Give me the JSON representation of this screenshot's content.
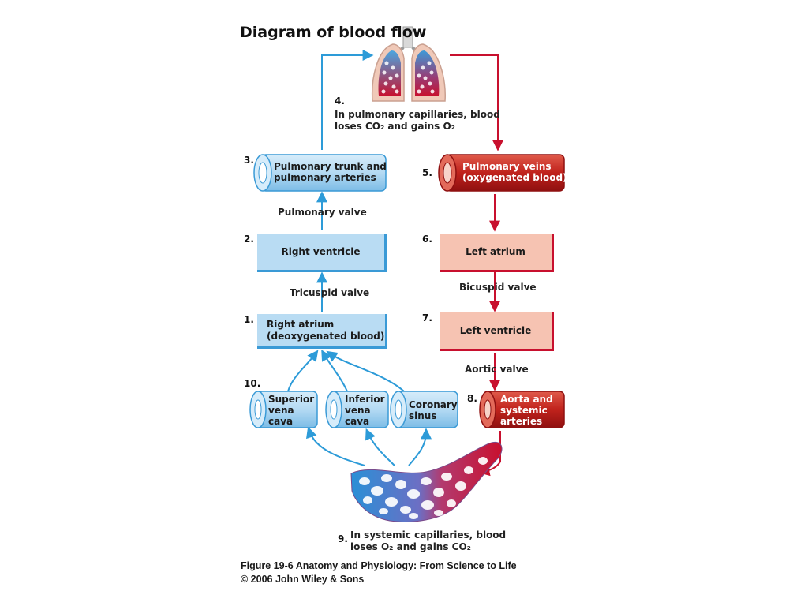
{
  "title": "Diagram of blood flow",
  "steps": {
    "s1_num": "1.",
    "s1_text": "Right atrium\n(deoxygenated blood)",
    "s2_num": "2.",
    "s2_text": "Right ventricle",
    "s3_num": "3.",
    "s3_text": "Pulmonary trunk and\npulmonary arteries",
    "s4_num": "4.",
    "s4_text": "In pulmonary capillaries, blood\nloses CO₂ and gains O₂",
    "s5_num": "5.",
    "s5_text": "Pulmonary veins\n(oxygenated blood)",
    "s6_num": "6.",
    "s6_text": "Left atrium",
    "s7_num": "7.",
    "s7_text": "Left ventricle",
    "s8_num": "8.",
    "s8_text": "Aorta and\nsystemic\narteries",
    "s9_num": "9.",
    "s9_text": "In systemic capillaries, blood\nloses O₂ and gains CO₂",
    "s10_num": "10.",
    "svc": "Superior\nvena\ncava",
    "ivc": "Inferior\nvena\ncava",
    "cs": "Coronary\nsinus"
  },
  "valves": {
    "pulmonary": "Pulmonary valve",
    "tricuspid": "Tricuspid valve",
    "bicuspid": "Bicuspid valve",
    "aortic": "Aortic valve"
  },
  "caption": {
    "line1": "Figure 19-6  Anatomy and Physiology: From Science to Life",
    "line2": "© 2006 John Wiley & Sons"
  },
  "colors": {
    "blue_line": "#2d9bd8",
    "red_line": "#c8102e",
    "blue_fill": "#b9dcf3",
    "pink_fill": "#f6c3b2"
  }
}
